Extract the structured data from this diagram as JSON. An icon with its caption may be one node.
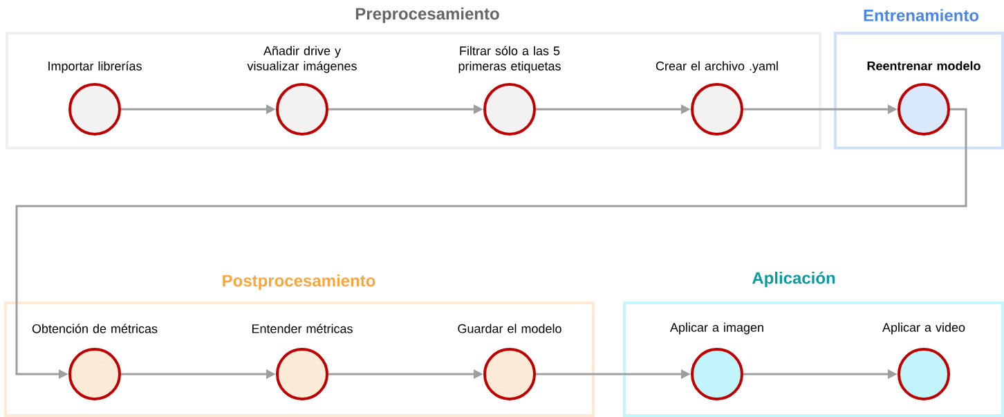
{
  "diagram": {
    "nodes": [
      {
        "text": [
          "Preprocesamiento"
        ]
      },
      {
        "text": [
          "Importar librerías"
        ],
        "in": 0
      },
      {
        "text": [
          "Añadir drive y visualizar imágenes"
        ],
        "in": 0
      },
      {
        "text": [
          "Filtrar sólo a las 5 primeras etiquetas"
        ],
        "in": 0
      },
      {
        "text": [
          "Crear el archivo .yaml"
        ],
        "in": 0
      },
      {
        "text": [
          "Entrenamiento"
        ]
      },
      {
        "text": [
          "Reentrenar modelo"
        ],
        "in": 5
      },
      {
        "text": [
          "Postprocesamiento"
        ]
      },
      {
        "text": [
          "Obtención de métricas"
        ],
        "in": 7
      },
      {
        "text": [
          "Entender métricas"
        ],
        "in": 7
      },
      {
        "text": [
          "Guardar el modelo"
        ],
        "in": 7
      },
      {
        "text": [
          "Aplicación"
        ]
      },
      {
        "text": [
          "Aplicar a imagen"
        ],
        "in": 11
      },
      {
        "text": [
          "Aplicar a video"
        ],
        "in": 11
      }
    ],
    "edges": [
      {
        "from": 1,
        "to": 2,
        "arrow": "to"
      },
      {
        "from": 2,
        "to": 3,
        "arrow": "to"
      },
      {
        "from": 3,
        "to": 4,
        "arrow": "to"
      },
      {
        "from": 4,
        "to": 6,
        "arrow": "to"
      },
      {
        "from": 6,
        "to": 8,
        "arrow": "to"
      },
      {
        "from": 8,
        "to": 9,
        "arrow": "to"
      },
      {
        "from": 9,
        "to": 10,
        "arrow": "to"
      },
      {
        "from": 10,
        "to": 12,
        "arrow": "to"
      },
      {
        "from": 12,
        "to": 13,
        "arrow": "to"
      }
    ]
  }
}
